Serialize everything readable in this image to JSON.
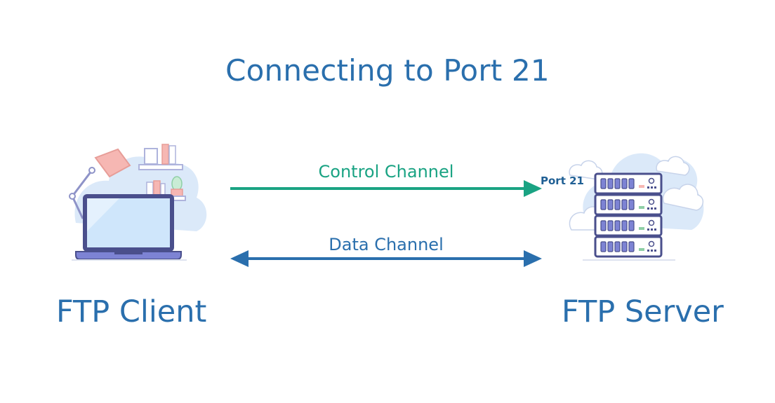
{
  "title": "Connecting to Port 21",
  "client": {
    "label": "FTP Client",
    "icon": "laptop-icon"
  },
  "server": {
    "label": "FTP Server",
    "icon": "server-rack-icon",
    "port_label": "Port 21"
  },
  "channels": {
    "control": {
      "label": "Control Channel",
      "color": "#1aa383"
    },
    "data": {
      "label": "Data Channel",
      "color": "#2a6fad"
    }
  },
  "colors": {
    "text_primary": "#2a6fad",
    "illustration_outline": "#4a4f8c",
    "illustration_fill": "#7d83d4",
    "cloud": "#dbe9f9",
    "accent_pink": "#f6b7b3"
  }
}
